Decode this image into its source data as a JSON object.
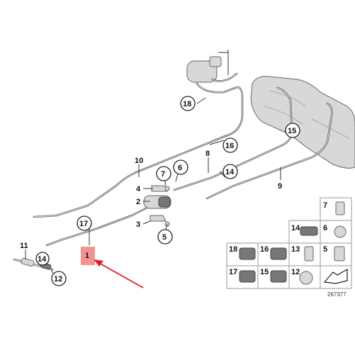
{
  "callouts": {
    "c1": "1",
    "c2": "2",
    "c3": "3",
    "c4": "4",
    "c5": "5",
    "c6": "6",
    "c7": "7",
    "c8": "8",
    "c9": "9",
    "c10": "10",
    "c11": "11",
    "c12": "12",
    "c14a": "14",
    "c14b": "14",
    "c15": "15",
    "c16": "16",
    "c17": "17",
    "c18": "18"
  },
  "legend": {
    "items": [
      "7",
      "14",
      "6",
      "18",
      "16",
      "13",
      "5",
      "17",
      "15",
      "12"
    ]
  },
  "ref_number": "267377",
  "colors": {
    "highlight": "#f08080",
    "arrow": "#e02020",
    "line": "#555555"
  }
}
